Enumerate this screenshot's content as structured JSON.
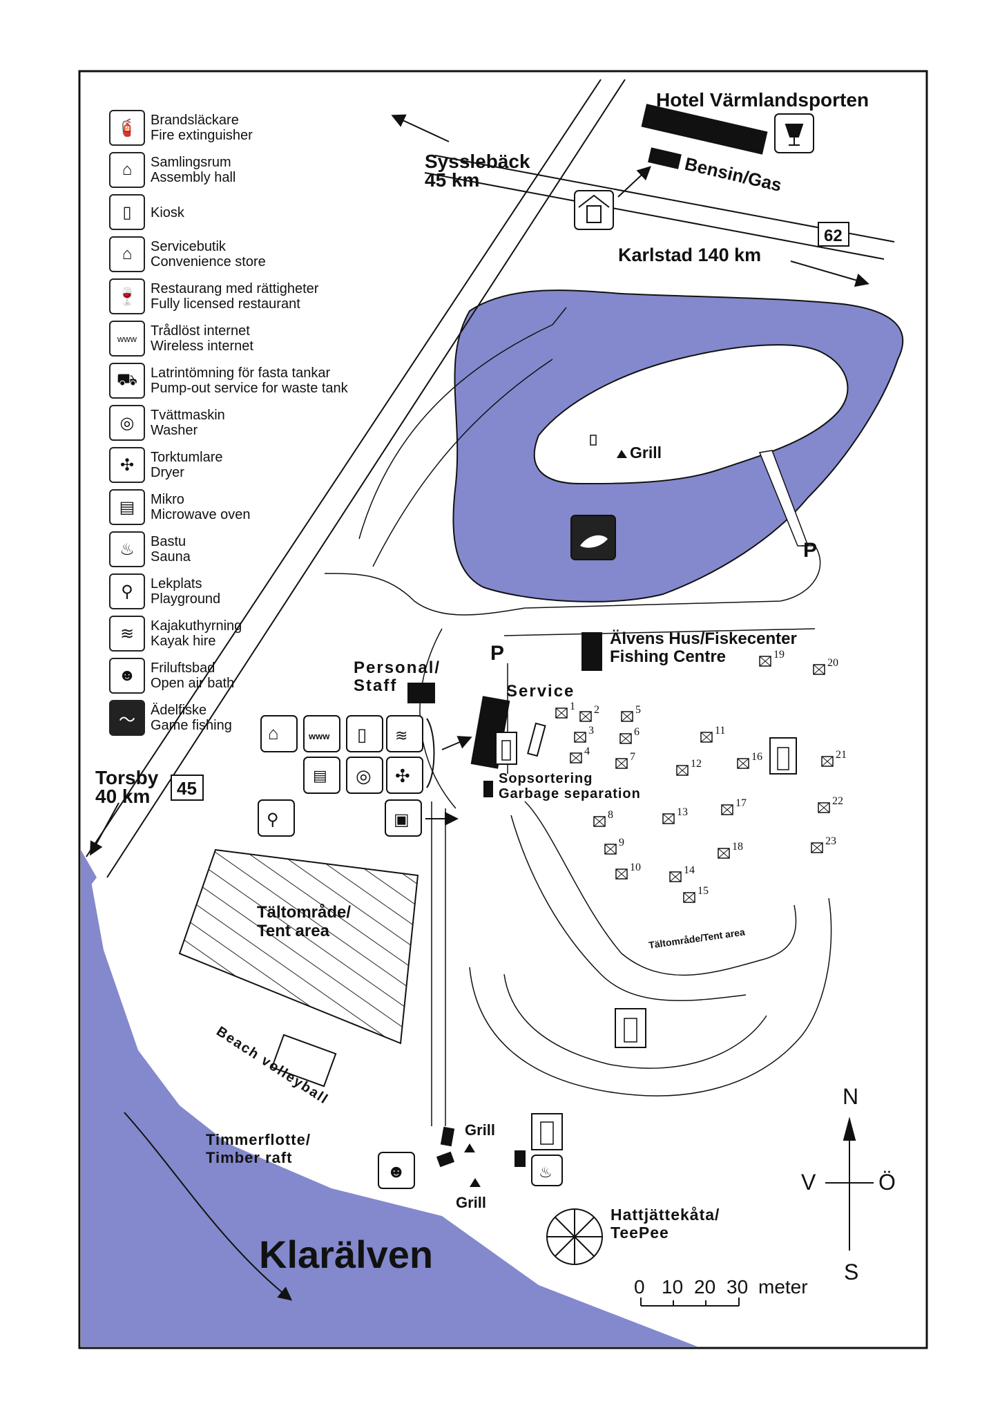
{
  "colors": {
    "water": "#8389cc",
    "ink": "#111111",
    "paper": "#ffffff"
  },
  "legend": [
    {
      "icon": "fire-extinguisher-icon",
      "sv": "Brandsläckare",
      "en": "Fire extinguisher"
    },
    {
      "icon": "assembly-hall-icon",
      "sv": "Samlingsrum",
      "en": "Assembly hall"
    },
    {
      "icon": "kiosk-icon",
      "sv": "Kiosk",
      "en": ""
    },
    {
      "icon": "convenience-store-icon",
      "sv": "Servicebutik",
      "en": "Convenience store"
    },
    {
      "icon": "wine-glass-icon",
      "sv": "Restaurang med rättigheter",
      "en": "Fully licensed restaurant"
    },
    {
      "icon": "wifi-icon",
      "sv": "Trådlöst internet",
      "en": "Wireless internet"
    },
    {
      "icon": "pump-out-icon",
      "sv": "Latrintömning för fasta tankar",
      "en": "Pump-out service for waste tank"
    },
    {
      "icon": "washer-icon",
      "sv": "Tvättmaskin",
      "en": "Washer"
    },
    {
      "icon": "dryer-icon",
      "sv": "Torktumlare",
      "en": "Dryer"
    },
    {
      "icon": "microwave-icon",
      "sv": "Mikro",
      "en": "Microwave oven"
    },
    {
      "icon": "sauna-icon",
      "sv": "Bastu",
      "en": "Sauna"
    },
    {
      "icon": "playground-icon",
      "sv": "Lekplats",
      "en": "Playground"
    },
    {
      "icon": "kayak-icon",
      "sv": "Kajakuthyrning",
      "en": "Kayak hire"
    },
    {
      "icon": "bath-icon",
      "sv": "Friluftsbad",
      "en": "Open air bath"
    },
    {
      "icon": "fish-icon",
      "sv": "Ädelfiske",
      "en": "Game fishing"
    }
  ],
  "labels": {
    "hotel": "Hotel Värmlandsporten",
    "gas": "Bensin/Gas",
    "sysslebeck_1": "Sysslebäck",
    "sysslebeck_2": "45 km",
    "karlstad": "Karlstad 140 km",
    "road_62": "62",
    "road_45": "45",
    "torsby_1": "Torsby",
    "torsby_2": "40 km",
    "grill": "Grill",
    "parking": "P",
    "fishing_1": "Älvens Hus/Fiskecenter",
    "fishing_2": "Fishing Centre",
    "staff_1": "Personal/",
    "staff_2": "Staff",
    "service": "Service",
    "garbage_1": "Sopsortering",
    "garbage_2": "Garbage separation",
    "tent_1": "Tältområde/",
    "tent_2": "Tent area",
    "tent_small": "Tältområde/Tent area",
    "volleyball": "Beach volleyball",
    "raft_1": "Timmerflotte/",
    "raft_2": "Timber raft",
    "teepee_1": "Hattjättekåta/",
    "teepee_2": "TeePee",
    "river": "Klarälven",
    "compass_n": "N",
    "compass_s": "S",
    "compass_w": "V",
    "compass_e": "Ö",
    "scale_0": "0",
    "scale_10": "10",
    "scale_20": "20",
    "scale_30": "30",
    "scale_unit": "meter"
  },
  "cabins": [
    "1",
    "2",
    "3",
    "4",
    "5",
    "6",
    "7",
    "8",
    "9",
    "10",
    "11",
    "12",
    "13",
    "14",
    "15",
    "16",
    "17",
    "18",
    "19",
    "20",
    "21",
    "22",
    "23"
  ]
}
